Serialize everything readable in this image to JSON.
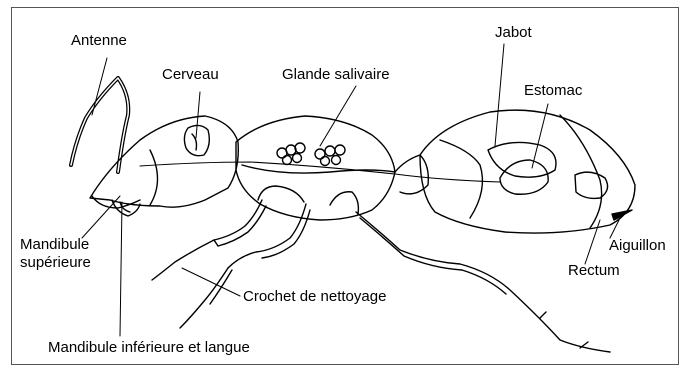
{
  "labels": {
    "antenne": "Antenne",
    "cerveau": "Cerveau",
    "glande_salivaire": "Glande salivaire",
    "jabot": "Jabot",
    "estomac": "Estomac",
    "mandibule_superieure_line1": "Mandibule",
    "mandibule_superieure_line2": "supérieure",
    "aiguillon": "Aiguillon",
    "rectum": "Rectum",
    "crochet_de_nettoyage": "Crochet de nettoyage",
    "mandibule_inferieure_et_langue": "Mandibule inférieure et langue"
  },
  "colors": {
    "ink": "#000000",
    "background": "#ffffff",
    "frame": "#555555"
  }
}
